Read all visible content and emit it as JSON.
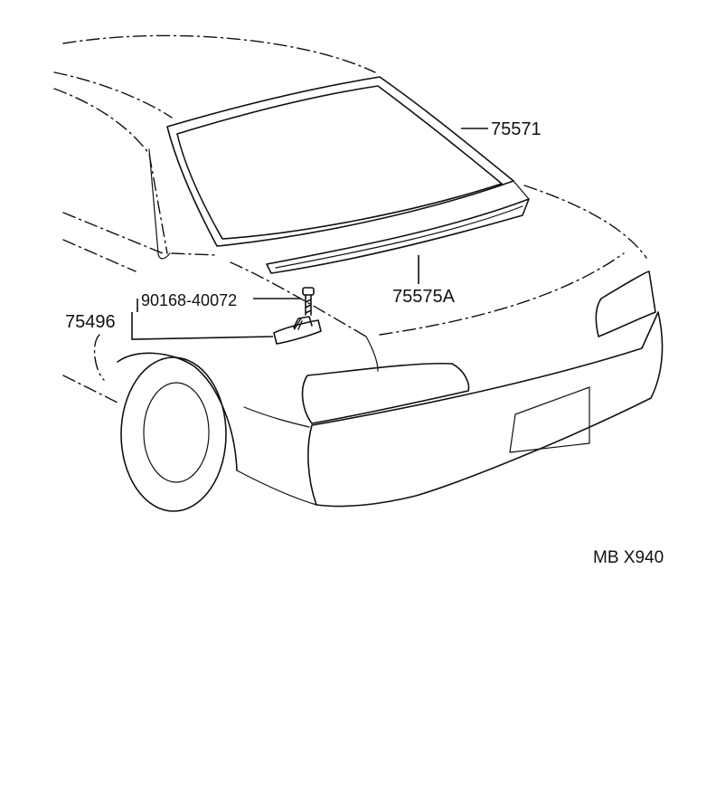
{
  "diagram": {
    "parts": [
      {
        "id": "rear-window-weatherstrip",
        "label": "75571"
      },
      {
        "id": "rear-spoiler-moulding",
        "label": "75575A"
      },
      {
        "id": "bolt",
        "label": "90168-40072"
      },
      {
        "id": "bracket-assembly",
        "label": "75496"
      }
    ],
    "drawing_code": "MB X940"
  }
}
